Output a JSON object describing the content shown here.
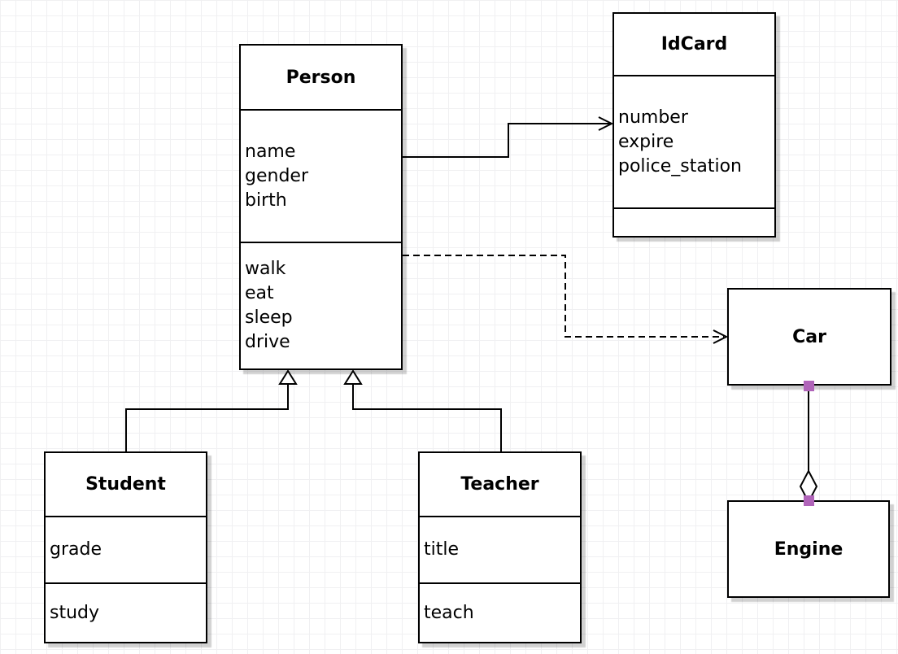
{
  "diagram_type": "uml-class-diagram",
  "classes": {
    "person": {
      "name": "Person",
      "attributes": [
        "name",
        "gender",
        "birth"
      ],
      "methods": [
        "walk",
        "eat",
        "sleep",
        "drive"
      ]
    },
    "idcard": {
      "name": "IdCard",
      "attributes": [
        "number",
        "expire",
        "police_station"
      ],
      "methods": []
    },
    "car": {
      "name": "Car",
      "attributes": [],
      "methods": []
    },
    "engine": {
      "name": "Engine",
      "attributes": [],
      "methods": []
    },
    "student": {
      "name": "Student",
      "attributes": [
        "grade"
      ],
      "methods": [
        "study"
      ]
    },
    "teacher": {
      "name": "Teacher",
      "attributes": [
        "title"
      ],
      "methods": [
        "teach"
      ]
    }
  },
  "relationships": [
    {
      "from": "Person",
      "to": "IdCard",
      "type": "association",
      "line": "solid",
      "arrow": "open"
    },
    {
      "from": "Person",
      "to": "Car",
      "type": "dependency",
      "line": "dashed",
      "arrow": "open"
    },
    {
      "from": "Student",
      "to": "Person",
      "type": "inheritance",
      "line": "solid",
      "arrow": "hollow-triangle"
    },
    {
      "from": "Teacher",
      "to": "Person",
      "type": "inheritance",
      "line": "solid",
      "arrow": "hollow-triangle"
    },
    {
      "from": "Car",
      "to": "Engine",
      "type": "aggregation",
      "line": "solid",
      "arrow": "hollow-diamond",
      "endpoint_markers": "fixed-point-squares"
    }
  ],
  "colors": {
    "stroke": "#000000",
    "shape_fill": "#ffffff",
    "grid_line": "#f0f0f2",
    "shadow": "rgba(0,0,0,0.18)",
    "endpoint_marker": "#b064b9"
  }
}
